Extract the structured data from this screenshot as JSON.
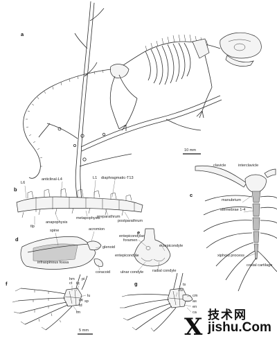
{
  "panels": {
    "a": "a",
    "b": "b",
    "c": "c",
    "d": "d",
    "e": "e",
    "f": "f",
    "g": "g"
  },
  "scale_bars": {
    "main": "10 mm",
    "hands": "5 mm"
  },
  "labels_b": {
    "l6": "L6",
    "anticlinal": "anticlinal-L4",
    "l1": "L1",
    "diaphragmatic": "diaphragmatic-T13",
    "metapophysis": "metapophysis",
    "preparathrum": "preparathrum",
    "postparathrum": "postparathrum",
    "anapophysis": "anapophysis",
    "tlp": "tlp"
  },
  "labels_c": {
    "clavicle": "clavicle",
    "interclavicle": "interclavicle",
    "manubrium": "manubrium",
    "sternebrae": "sternebrae 1-4",
    "xiphoid": "xiphoid process",
    "costal": "costal cartilage"
  },
  "labels_d": {
    "spine": "spine",
    "acromion": "acromion",
    "glenoid": "glenoid",
    "infraspinous": "infraspinous fossa",
    "coracoid": "coracoid"
  },
  "labels_e": {
    "entepicondylar": "entepicondylar",
    "foramen": "foramen",
    "ectepicondyle": "ectepicondyle",
    "entepicondyle": "entepicondyle",
    "ulnar": "ulnar condyle",
    "radial": "radial condyle"
  },
  "labels_f": {
    "hm": "hm",
    "ct": "ct",
    "tq": "tq",
    "pi": "pi",
    "lu": "lu",
    "sp": "sp",
    "ce": "ce",
    "td": "td",
    "tm": "tm"
  },
  "labels_g": {
    "ts": "ts",
    "cu": "cu",
    "cm": "cm",
    "as": "as",
    "en": "en",
    "ca": "ca"
  },
  "watermark": {
    "cn": "技术网",
    "big": "X",
    "domain": "jishu.Com"
  }
}
